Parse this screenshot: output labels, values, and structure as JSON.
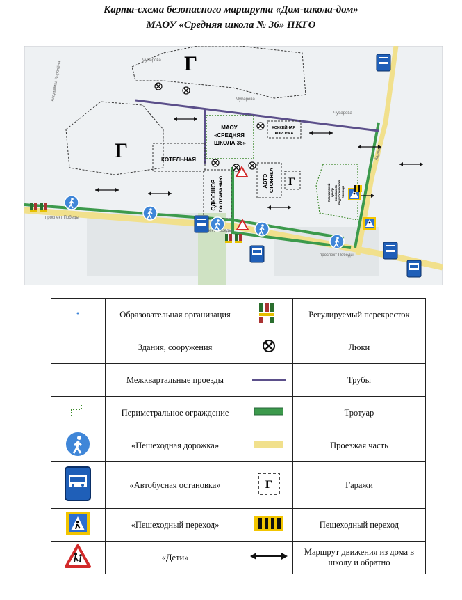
{
  "title": {
    "line1": "Карта-схема безопасного маршрута «Дом-школа-дом»",
    "line2": "МАОУ «Средняя школа № 36» ПКГО"
  },
  "map": {
    "street_chubarova_1": "Чубарова",
    "street_chubarova_2": "Чубарова",
    "street_chubarova_3": "Чубарова",
    "street_pobedy_1": "проспект Победы",
    "street_pobedy_2": "проспект Победы",
    "street_pobedy_3": "проспект Победы",
    "street_left": "Академика Королёва",
    "street_right": "Ларина",
    "garage_big_1": "Г",
    "garage_big_2": "Г",
    "garage_small": "Г",
    "school_line1": "МАОУ",
    "school_line2": "«СРЕДНЯЯ",
    "school_line3": "ШКОЛА 36»",
    "boiler": "КОТЕЛЬНАЯ",
    "hockey_line1": "ХОККЕЙНАЯ",
    "hockey_line2": "КОРОБКА",
    "parking_line1": "АВТО",
    "parking_line2": "СТОЯНКА",
    "pool_line1": "СДЮСШОР",
    "pool_line2": "по плаванию",
    "center_line1": "Камчатский",
    "center_line2": "центр",
    "center_line3": "психолого-",
    "center_line4": "педагогической",
    "center_line5": "помощи"
  },
  "legend": [
    {
      "left_icon": "school-dot-icon",
      "left": "Образовательная организация",
      "right_icon": "traffic-light-icon",
      "right": "Регулируемый перекресток"
    },
    {
      "left_icon": "building-icon",
      "left": "Здания, сооружения",
      "right_icon": "manhole-icon",
      "right": "Люки"
    },
    {
      "left_icon": "driveway-icon",
      "left": "Межквартальные проезды",
      "right_icon": "pipe-icon",
      "right": "Трубы"
    },
    {
      "left_icon": "fence-icon",
      "left": "Периметральное ограждение",
      "right_icon": "sidewalk-icon",
      "right": "Тротуар"
    },
    {
      "left_icon": "pedestrian-path-icon",
      "left": "«Пешеходная дорожка»",
      "right_icon": "roadway-icon",
      "right": "Проезжая часть"
    },
    {
      "left_icon": "bus-stop-icon",
      "left": "«Автобусная остановка»",
      "right_icon": "garage-icon",
      "right": "Гаражи",
      "right_symbol": "Г"
    },
    {
      "left_icon": "crosswalk-sign-icon",
      "left": "«Пешеходный переход»",
      "right_icon": "crosswalk-marking-icon",
      "right": "Пешеходный переход"
    },
    {
      "left_icon": "children-sign-icon",
      "left": "«Дети»",
      "right_icon": "double-arrow-icon",
      "right": "Маршрут движения из дома в школу и обратно"
    }
  ],
  "colors": {
    "pipe": "#5b4f8a",
    "sidewalk": "#3c9a4c",
    "roadway": "#f1e08c",
    "fence": "#3e8a2c",
    "sign_blue": "#2d6fd0",
    "children_red": "#d22a2a"
  }
}
